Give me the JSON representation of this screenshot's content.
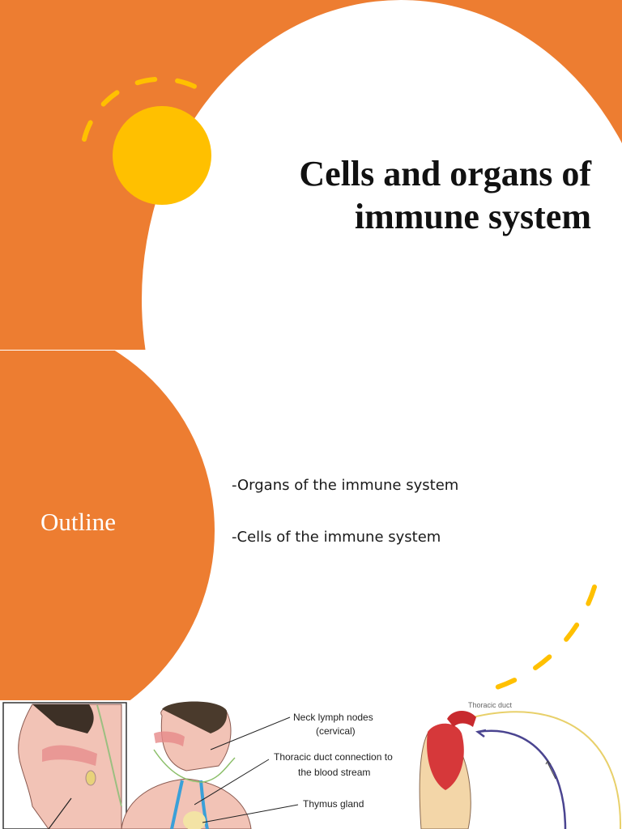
{
  "slide1": {
    "title": "Cells and organs of\nimmune system",
    "colors": {
      "background": "#ed7d31",
      "accent": "#ffc000"
    }
  },
  "slide2": {
    "heading": "Outline",
    "items": [
      "-Organs of the immune system",
      "-Cells of the immune system"
    ]
  },
  "slide3": {
    "labels": {
      "neck_nodes": "Neck lymph nodes",
      "neck_nodes_sub": "(cervical)",
      "thoracic_connection": "Thoracic duct connection to",
      "thoracic_connection_sub": "the blood stream",
      "thymus": "Thymus gland",
      "thoracic_duct": "Thoracic duct"
    }
  }
}
